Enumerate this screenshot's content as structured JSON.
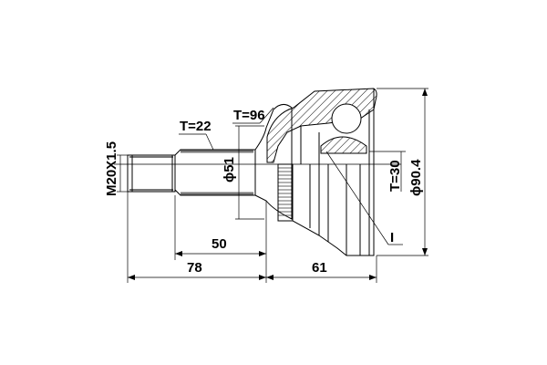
{
  "drawing": {
    "title": "CV joint outer - dimension drawing",
    "labels": {
      "thread": "M20X1.5",
      "spline_teeth_shaft": "T=22",
      "abs_ring_teeth": "T=96",
      "seal_diameter": "ϕ51",
      "inner_spline_teeth": "T=30",
      "outer_diameter": "ϕ90.4",
      "length_shaft": "50",
      "length_total_shaft": "78",
      "length_body": "61",
      "section_marker": "I"
    }
  }
}
